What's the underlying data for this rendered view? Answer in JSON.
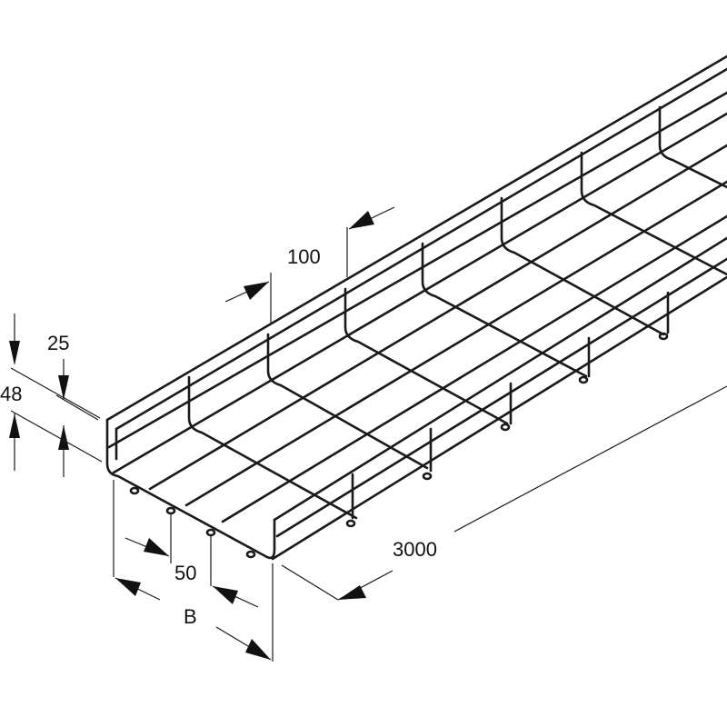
{
  "dimensions": {
    "mesh_pitch": "100",
    "height_inner": "25",
    "height_outer": "48",
    "wire_spacing": "50",
    "width": "B",
    "length": "3000"
  },
  "colors": {
    "line": "#1a1a1a",
    "background": "#ffffff"
  }
}
